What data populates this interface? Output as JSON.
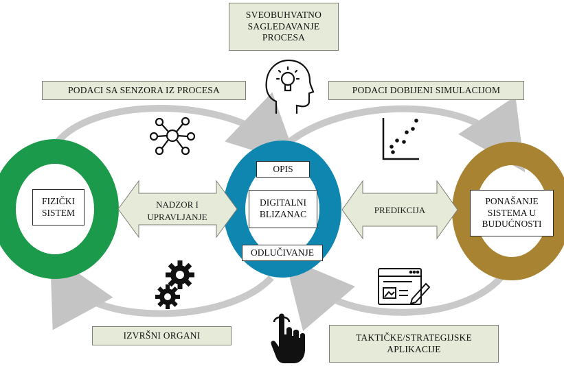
{
  "top_box": {
    "text": "SVEOBUHVATNO\nSAGLEDAVANJE\nPROCESA"
  },
  "sensor_box": {
    "text": "PODACI SA SENZORA IZ PROCESA"
  },
  "simulation_box": {
    "text": "PODACI DOBIJENI SIMULACIJOM"
  },
  "executive_box": {
    "text": "IZVRŠNI ORGANI"
  },
  "applications_box": {
    "text": "TAKTIČKE/STRATEGIJSKE\nAPLIKACIJE"
  },
  "left_node": {
    "text": "FIZIČKI\nSISTEM",
    "color": "#1a9a4a"
  },
  "center_node": {
    "title": "DIGITALNI\nBLIZANAC",
    "top_label": "OPIS",
    "bottom_label": "ODLUČIVANJE",
    "color": "#0f86b0"
  },
  "right_node": {
    "text": "PONAŠANJE\nSISTEMA U\nBUDUĆNOSTI",
    "color": "#a78332"
  },
  "left_arrow": {
    "text": "NADZOR I\nUPRAVLJANJE"
  },
  "right_arrow": {
    "text": "PREDIKCIJA"
  },
  "icons": [
    "head-bulb-icon",
    "network-icon",
    "scatter-plot-icon",
    "gears-icon",
    "form-edit-icon",
    "pointing-hand-icon"
  ]
}
